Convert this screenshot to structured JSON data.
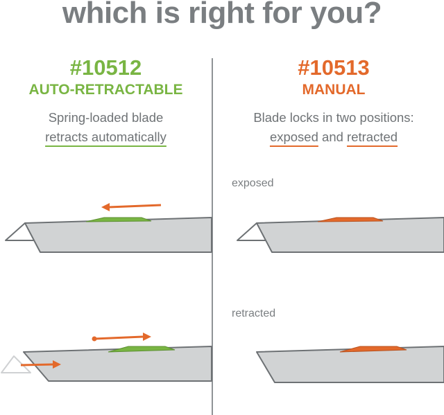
{
  "headline": "which is right for you?",
  "left": {
    "model": "#10512",
    "type": "AUTO-RETRACTABLE",
    "desc_line1": "Spring-loaded blade",
    "desc_line2": "retracts automatically"
  },
  "right": {
    "model": "#10513",
    "type": "MANUAL",
    "desc_line1": "Blade locks in two positions:",
    "desc_word1": "exposed",
    "desc_and": " and ",
    "desc_word2": "retracted",
    "state_exposed": "exposed",
    "state_retracted": "retracted"
  },
  "colors": {
    "green": "#79b543",
    "orange": "#e3692b",
    "body_gray": "#d1d3d4",
    "outline": "#6d7174",
    "title_gray": "#7a7e81"
  }
}
